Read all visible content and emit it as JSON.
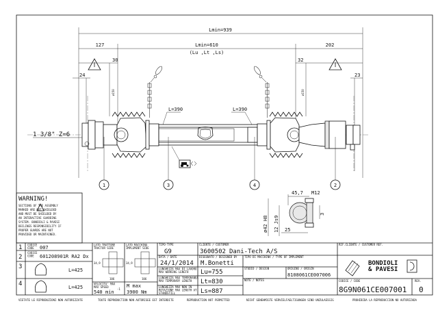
{
  "dimensions": {
    "overall": "Lmin=939",
    "left_end": "127",
    "middle": "Lmin=610",
    "middle_sub": "(Lu ,Lt ,Ls)",
    "right_end": "202",
    "left_30": "30",
    "right_30": "32",
    "left_24": "24",
    "right_23": "23",
    "left_dia": "ø150",
    "right_dia": "ø150",
    "tube_left": "L=390",
    "tube_right": "L=390",
    "spline": "1 3/8\" Z=6"
  },
  "balloons": [
    "1",
    "3",
    "4",
    "2"
  ],
  "section_detail": {
    "width": "45,7",
    "bolt": "M12",
    "bore": "ø42 H8",
    "key": "12 Js9",
    "offset": "25",
    "depth": "3"
  },
  "warning": {
    "title": "WARNING!",
    "lines": [
      "SECTIONS    OF THE ASSEMBLY",
      "MARKED      ARE NOT SHIELDED",
      "AND MUST BE SHIELDED BY",
      "AN INTERACTIVE GUARDING",
      "SYSTEM. BONDIOLI & PAVESI",
      "DECLINES RESPONSIBILITY IF",
      "PROPER GUARDS ARE NOT",
      "PROVIDED OR MAINTAINED."
    ]
  },
  "parts": [
    {
      "num": "1",
      "label": "CODICE CODE",
      "value": "007"
    },
    {
      "num": "2",
      "label": "CODICE CODE",
      "value": "601208901R RA2 Dx"
    },
    {
      "num": "3",
      "value": "L=425"
    },
    {
      "num": "4",
      "value": "L=425"
    }
  ],
  "joint": {
    "tractor_label": "LATO TRATTORE TRACTOR SIDE",
    "implement_label": "LATO MACCHINA IMPLEMENT SIDE",
    "dim_h": "34,9",
    "dim_w": "106",
    "speed_label": "VELOCITA' MAX MAX SPEED",
    "speed": "540",
    "speed_unit": "min",
    "speed_exp": "-1",
    "torque_label": "M max",
    "torque": "3900 Nm"
  },
  "title_block": {
    "type_label": "TIPO-TYPE",
    "type": "G9",
    "client_label": "CLIENTE / CUSTOMER",
    "client_code": "3600502",
    "client_name": "Dani-Tech A/S",
    "ref_label": "RIF.CLIENTE / CUSTOMER REF.",
    "date_label": "DATA / DATE",
    "date": "24/1/2014",
    "designer_label": "DISEGNATO / DESIGNED BY",
    "designer": "M.Bonetti",
    "machine_label": "TIPO DI MACCHINA / TYPE OF IMPLEMENT",
    "lw_label": "LUNGHEZZA MAX DI LAVORO MAX WORKING LENGTH",
    "lw": "Lu=755",
    "lt_label": "LUNGHEZZA MAX TEMPORANEA MAX TEMPORARY LENGTH",
    "lt": "Lt=830",
    "ls_label": "LUNGHEZZA MAX NON IN ROTAZIONE MAX LENGTH AT STANDSTILL",
    "ls": "Ls=887",
    "study_label": "STUDIO / DESIGN",
    "origin_label": "ORIGINE / ORIGIN",
    "origin": "8108061CE007006",
    "notes_label": "NOTE / NOTES",
    "logo": "BONDIOLI & PAVESI",
    "code_label": "CODICE / CODE",
    "code": "8G9N061CE007001",
    "rev_label": "REV.",
    "rev": "0"
  },
  "footer": [
    "VIETATE LE RIPRODUZIONI NON AUTORIZZATE",
    "TOUTE REPRODUCTION NON AUTORISEE EST INTERDITE",
    "REPRODUCTION NOT PERMITTED",
    "NICHT GENEHMIGTE VERVIELFAELTIGUNGEN SIND UNZULAESSIG",
    "PROHIBIDA LA REPRODUCCION NO AUTORIZADA"
  ]
}
